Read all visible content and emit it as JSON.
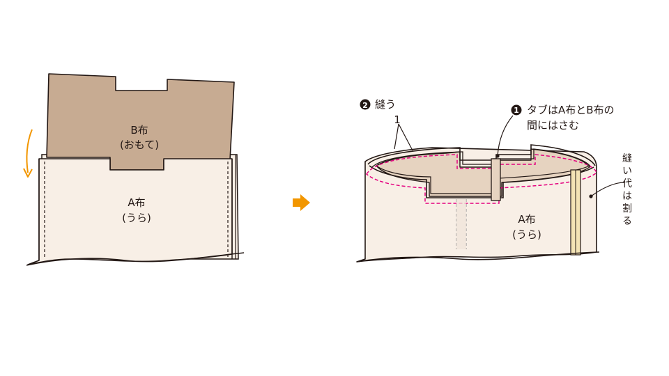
{
  "colors": {
    "fabric_b": "#c7ab92",
    "fabric_a": "#f8efe6",
    "outline": "#231815",
    "arrow_orange": "#f29600",
    "stitch_pink": "#e4007f",
    "seam_yellow": "#f3e3b5",
    "inner_fabric": "#e6d3c0"
  },
  "left_panel": {
    "b_fabric_label": "B布",
    "b_fabric_sub": "(おもて)",
    "a_fabric_label": "A布",
    "a_fabric_sub": "(うら)"
  },
  "right_panel": {
    "step2_marker": "❷",
    "step2_text": "縫う",
    "part_number": "1",
    "step1_marker": "❶",
    "step1_line1": "タブはA布とB布の",
    "step1_line2": "間にはさむ",
    "seam_note_chars": [
      "縫",
      "い",
      "代",
      "は",
      "割",
      "る"
    ],
    "a_fabric_label": "A布",
    "a_fabric_sub": "(うら)"
  },
  "icons": {
    "transition": "right-arrow-icon",
    "fold_direction": "curved-down-arrow-icon",
    "step1_bullet": "filled-circle-1-icon",
    "step2_bullet": "filled-circle-2-icon"
  }
}
